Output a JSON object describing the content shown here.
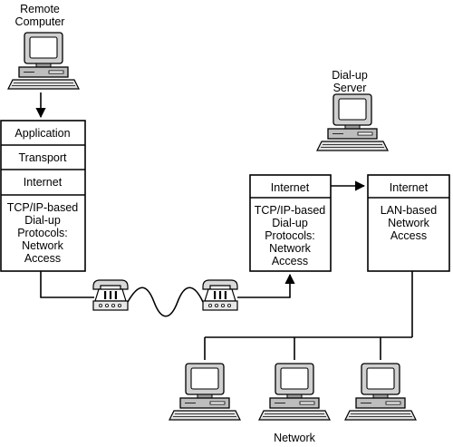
{
  "labels": {
    "remote_computer_line1": "Remote",
    "remote_computer_line2": "Computer",
    "dialup_server_line1": "Dial-up",
    "dialup_server_line2": "Server",
    "network": "Network"
  },
  "remote_stack": {
    "application": "Application",
    "transport": "Transport",
    "internet": "Internet",
    "access": [
      "TCP/IP-based",
      "Dial-up",
      "Protocols:",
      "Network",
      "Access"
    ]
  },
  "server_stack": {
    "internet": "Internet",
    "access": [
      "TCP/IP-based",
      "Dial-up",
      "Protocols:",
      "Network",
      "Access"
    ]
  },
  "lan_stack": {
    "internet": "Internet",
    "access": [
      "LAN-based",
      "Network",
      "Access"
    ]
  },
  "icons": [
    "computer-icon",
    "telephone-icon"
  ]
}
